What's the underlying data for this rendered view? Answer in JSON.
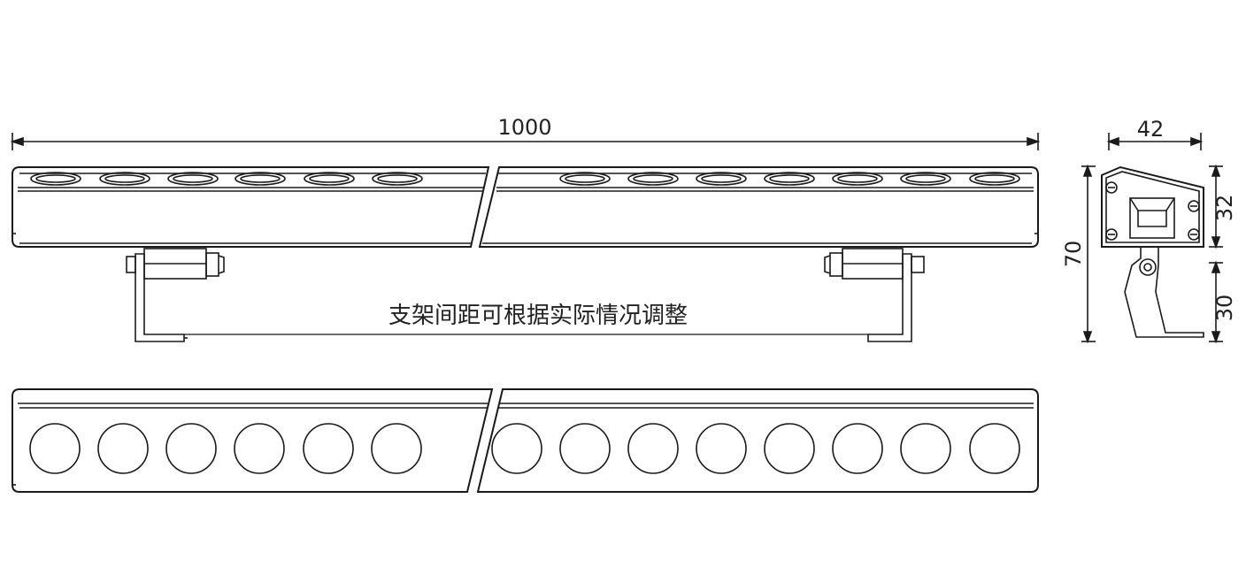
{
  "dimensions": {
    "length": "1000",
    "width": "42",
    "height_total": "70",
    "height_body": "32",
    "height_bracket": "30"
  },
  "note": "支架间距可根据实际情况调整",
  "colors": {
    "line": "#1a1a1a",
    "background": "#ffffff"
  }
}
